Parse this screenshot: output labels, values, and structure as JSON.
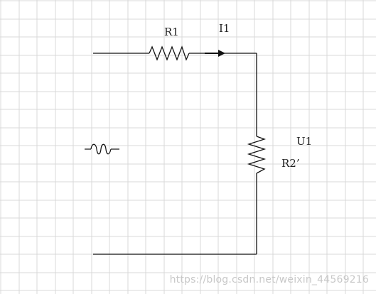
{
  "labels": {
    "r1": "R1",
    "i1": "I1",
    "u1": "U1",
    "r2": "R2’"
  },
  "source_symbol": "ac-source-icon",
  "watermark": "https://blog.csdn.net/weixin_44569216",
  "colors": {
    "grid": "#d9d9d9",
    "wire": "#111111",
    "text": "#222222",
    "watermark": "#c8c8c8"
  }
}
